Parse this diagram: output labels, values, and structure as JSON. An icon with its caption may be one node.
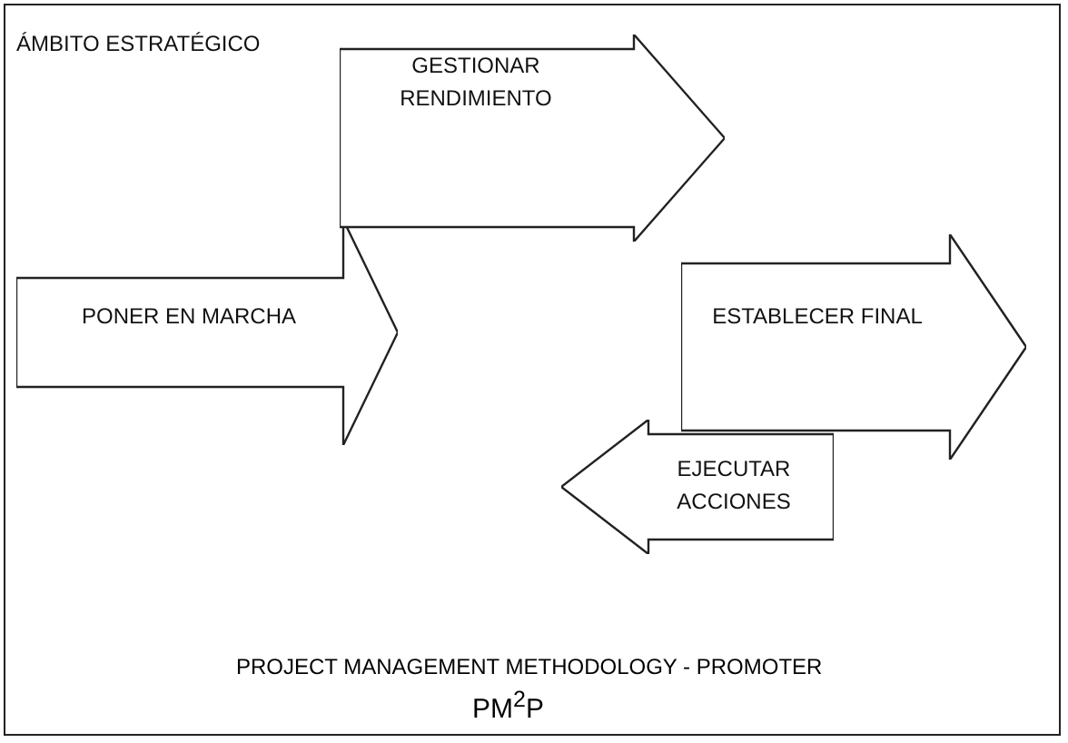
{
  "diagram": {
    "nodes": [
      {
        "text": [
          "ÁMBITO ESTRATÉGICO"
        ]
      },
      {
        "text": [
          "PONER EN MARCHA"
        ],
        "in": 0
      },
      {
        "text": [
          "GESTIONAR RENDIMIENTO"
        ],
        "in": 0
      },
      {
        "text": [
          "EJECUTAR ACCIONES"
        ],
        "in": 0
      },
      {
        "text": [
          "ESTABLECER FINAL"
        ],
        "in": 0
      }
    ],
    "labels": [
      "PROJECT MANAGEMENT METHODOLOGY - PROMOTER",
      "PM$^{2}$P"
    ]
  }
}
